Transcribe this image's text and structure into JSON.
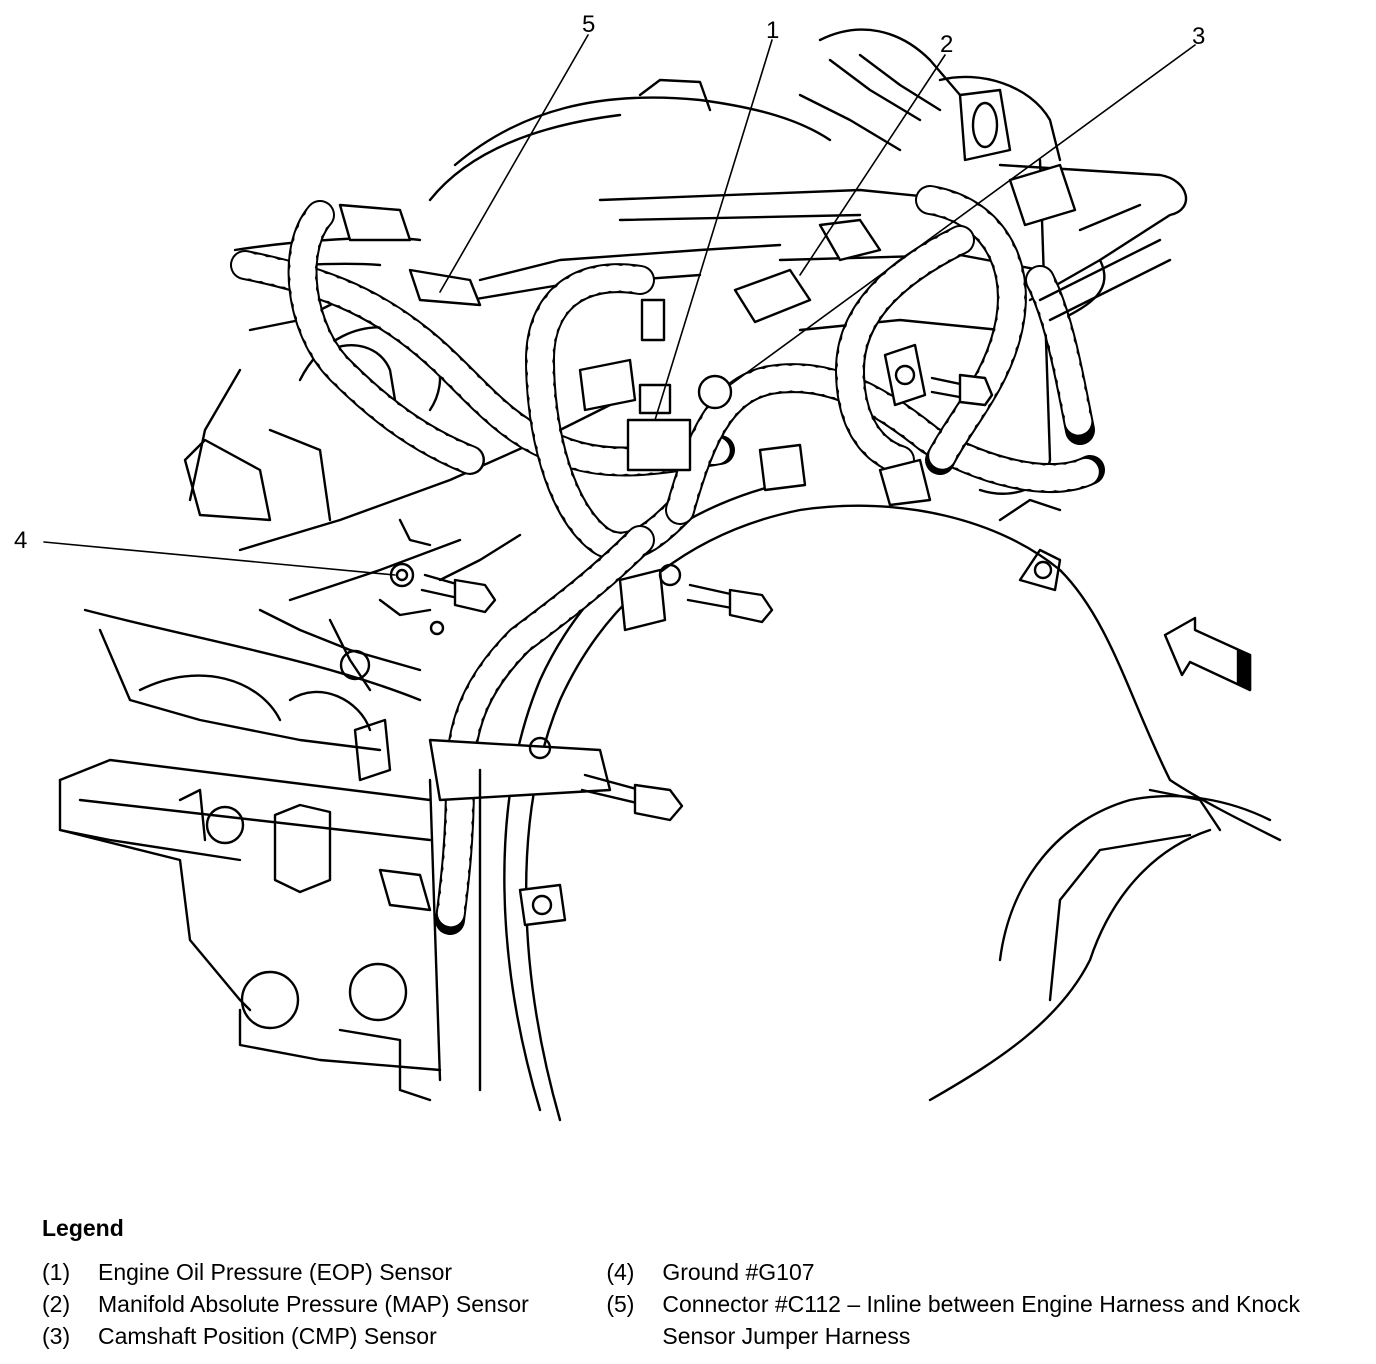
{
  "callouts": [
    "1",
    "2",
    "3",
    "4",
    "5"
  ],
  "legend": {
    "title": "Legend",
    "items": [
      {
        "num": "(1)",
        "text": "Engine Oil Pressure (EOP) Sensor"
      },
      {
        "num": "(2)",
        "text": "Manifold Absolute Pressure (MAP) Sensor"
      },
      {
        "num": "(3)",
        "text": "Camshaft Position (CMP) Sensor"
      },
      {
        "num": "(4)",
        "text": "Ground #G107"
      },
      {
        "num": "(5)",
        "text": "Connector #C112 – Inline between Engine Harness and Knock Sensor Jumper Harness"
      }
    ]
  }
}
